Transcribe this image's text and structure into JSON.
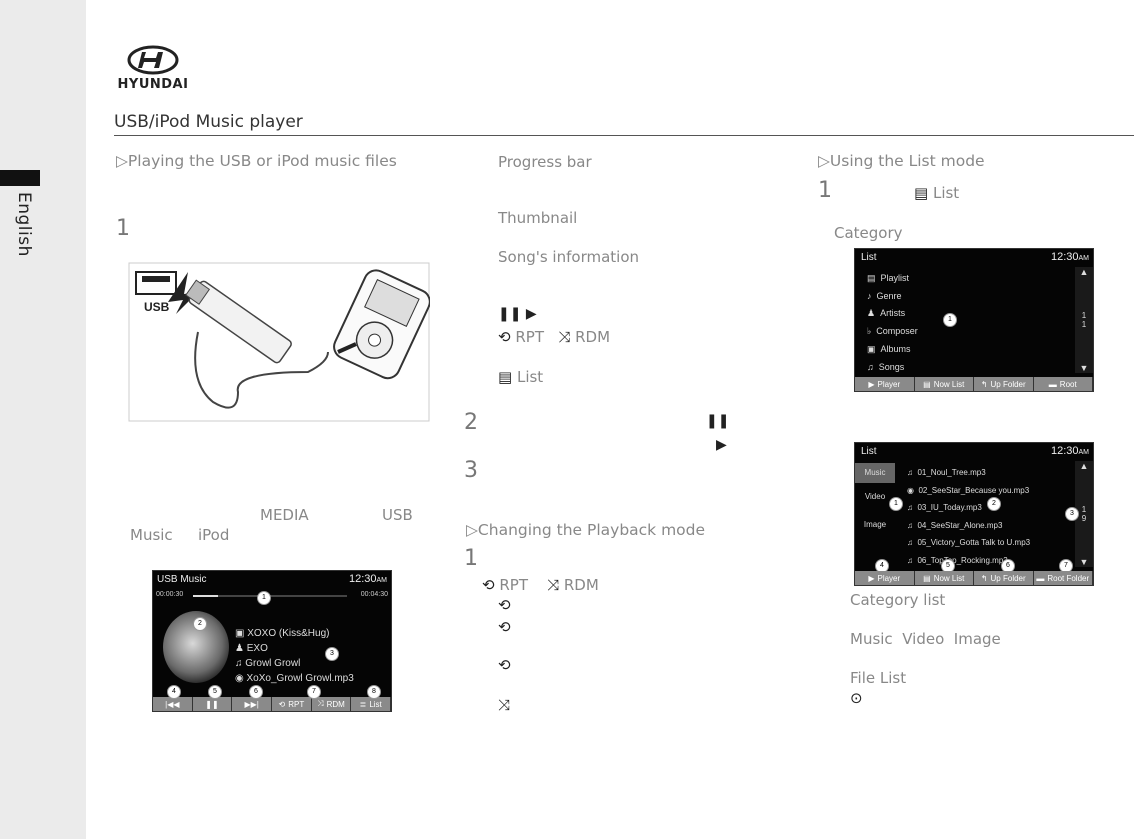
{
  "brand": {
    "wordmark": "HYUNDAI"
  },
  "sidebar": {
    "language": "English"
  },
  "page": {
    "title": "USB/iPod Music player"
  },
  "col1": {
    "section_title": "Playing the USB or iPod music files",
    "step1": "1",
    "usb_label": "USB",
    "inline_media": "MEDIA",
    "inline_usb": "USB",
    "inline_music": "Music",
    "inline_ipod": "iPod"
  },
  "usb_screen": {
    "title": "USB Music",
    "clock": "12:30",
    "ampm": "AM",
    "time_elapsed": "00:00:30",
    "time_total": "00:04:30",
    "song": "XOXO (Kiss&Hug)",
    "artist": "EXO",
    "album": "Growl Growl",
    "file": "XoXo_Growl Growl.mp3",
    "buttons": {
      "rpt": "RPT",
      "rdm": "RDM",
      "list": "List"
    },
    "callouts": [
      "1",
      "2",
      "3",
      "4",
      "5",
      "6",
      "7",
      "8"
    ]
  },
  "col2": {
    "progress_bar": "Progress bar",
    "thumbnail": "Thumbnail",
    "song_info": "Song's information",
    "rpt": "RPT",
    "rdm": "RDM",
    "list": "List",
    "step2": "2",
    "step3": "3",
    "section2_title": "Changing the Playback mode",
    "step1b": "1",
    "rpt2": "RPT",
    "rdm2": "RDM"
  },
  "col3": {
    "section_title": "Using the List mode",
    "step1": "1",
    "list_label": "List",
    "category": "Category",
    "category_list": "Category list",
    "music_video_image": "Music  Video  Image",
    "file_list": "File List"
  },
  "list_screen1": {
    "title": "List",
    "clock": "12:30",
    "ampm": "AM",
    "items": [
      "Playlist",
      "Genre",
      "Artists",
      "Composer",
      "Albums",
      "Songs"
    ],
    "scroll_page": "1",
    "scroll_total": "1",
    "buttons": [
      "Player",
      "Now List",
      "Up Folder",
      "Root"
    ],
    "callout": "1"
  },
  "list_screen2": {
    "title": "List",
    "clock": "12:30",
    "ampm": "AM",
    "tabs": [
      "Music",
      "Video",
      "Image"
    ],
    "files": [
      "01_Noul_Tree.mp3",
      "02_SeeStar_Because you.mp3",
      "03_IU_Today.mp3",
      "04_SeeStar_Alone.mp3",
      "05_Victory_Gotta Talk to U.mp3",
      "06_TopTop_Rocking.mp3"
    ],
    "scroll_page": "1",
    "scroll_total": "9",
    "buttons": [
      "Player",
      "Now List",
      "Up Folder",
      "Root Folder"
    ],
    "callouts": [
      "1",
      "2",
      "3",
      "4",
      "5",
      "6",
      "7"
    ]
  },
  "colors": {
    "sidebar": "#ebebeb",
    "text": "#888888",
    "screen": "#050505",
    "button_bar": "#8a8a8a"
  }
}
